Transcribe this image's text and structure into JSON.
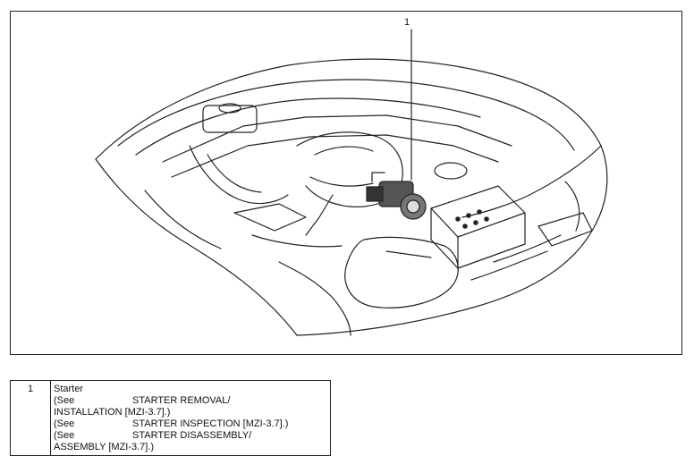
{
  "figure": {
    "callout_label": "1"
  },
  "legend": {
    "rows": [
      {
        "number": "1",
        "title": "Starter",
        "refs": [
          {
            "prefix": "(See",
            "text": "STARTER REMOVAL/"
          },
          {
            "prefix": "",
            "text": "INSTALLATION [MZI-3.7].)"
          },
          {
            "prefix": "(See",
            "text": "STARTER INSPECTION [MZI-3.7].)"
          },
          {
            "prefix": "(See",
            "text": "STARTER DISASSEMBLY/"
          },
          {
            "prefix": "",
            "text": "ASSEMBLY [MZI-3.7].)"
          }
        ]
      }
    ]
  }
}
